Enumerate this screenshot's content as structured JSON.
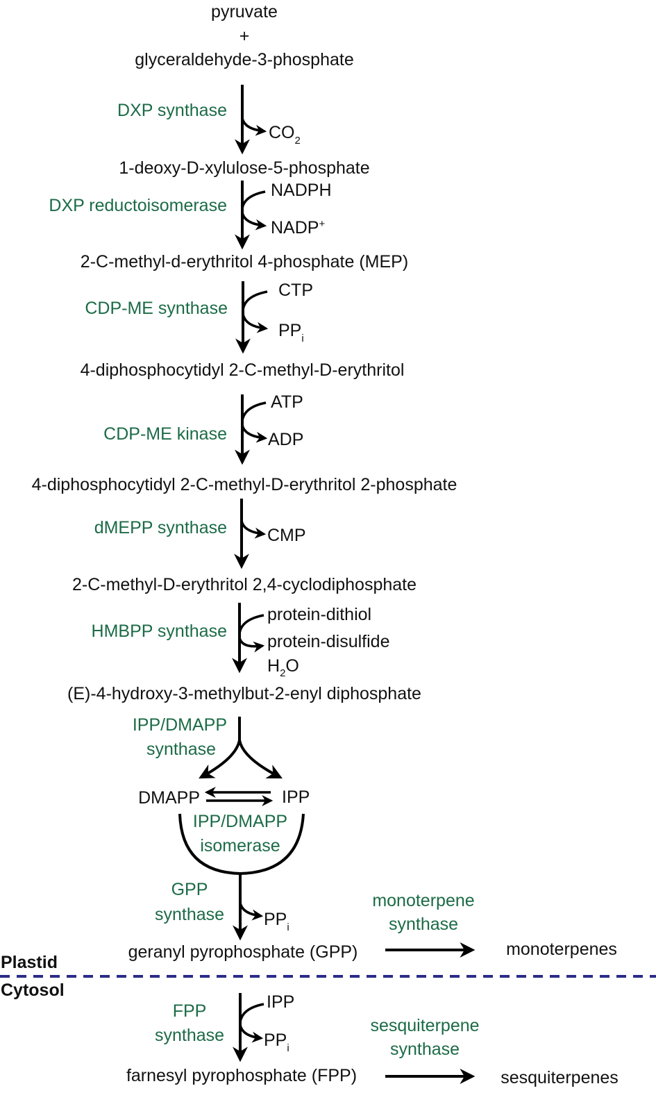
{
  "substrates": {
    "pyruvate": "pyruvate",
    "plus": "+",
    "g3p": "glyceraldehyde-3-phosphate"
  },
  "compounds": [
    "1-deoxy-D-xylulose-5-phosphate",
    "2-C-methyl-d-erythritol 4-phosphate (MEP)",
    "4-diphosphocytidyl 2-C-methyl-D-erythritol",
    "4-diphosphocytidyl 2-C-methyl-D-erythritol 2-phosphate",
    "2-C-methyl-D-erythritol 2,4-cyclodiphosphate",
    "(E)-4-hydroxy-3-methylbut-2-enyl diphosphate",
    "DMAPP",
    "IPP",
    "geranyl pyrophosphate (GPP)",
    "monoterpenes",
    "farnesyl pyrophosphate (FPP)",
    "sesquiterpenes"
  ],
  "enzymes": {
    "dxp_synthase": "DXP synthase",
    "dxp_reductoisomerase": "DXP reductoisomerase",
    "cdp_me_synthase": "CDP-ME synthase",
    "cdp_me_kinase": "CDP-ME kinase",
    "dmepp_synthase": "dMEPP synthase",
    "hmbpp_synthase": "HMBPP synthase",
    "ipp_dmapp_synthase": [
      "IPP/DMAPP",
      "synthase"
    ],
    "ipp_dmapp_isomerase": [
      "IPP/DMAPP",
      "isomerase"
    ],
    "gpp_synthase": [
      "GPP",
      "synthase"
    ],
    "monoterpene_synthase": [
      "monoterpene",
      "synthase"
    ],
    "fpp_synthase": [
      "FPP",
      "synthase"
    ],
    "sesquiterpene_synthase": [
      "sesquiterpene",
      "synthase"
    ]
  },
  "cofactors": {
    "co2": [
      "CO",
      "2"
    ],
    "nadph": "NADPH",
    "nadp": [
      "NADP",
      "+"
    ],
    "ctp": "CTP",
    "ppi": [
      "PP",
      "i"
    ],
    "atp": "ATP",
    "adp": "ADP",
    "cmp": "CMP",
    "protein_dithiol": "protein-dithiol",
    "protein_disulfide": "protein-disulfide",
    "h2o": [
      "H",
      "2",
      "O"
    ],
    "ipp": "IPP"
  },
  "compartments": {
    "plastid": "Plastid",
    "cytosol": "Cytosol"
  },
  "colors": {
    "enzyme": "#1c6b47",
    "divider": "#2b2b8a"
  }
}
